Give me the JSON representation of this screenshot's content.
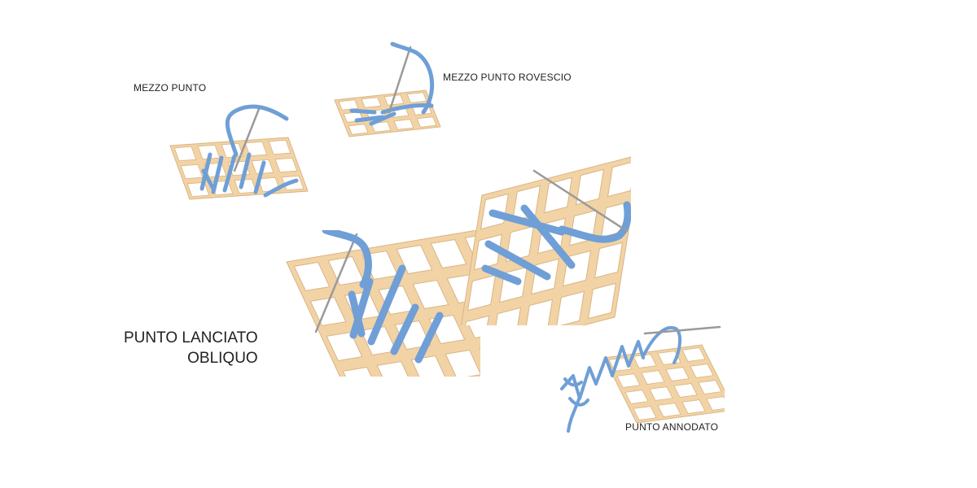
{
  "labels": {
    "mezzo_punto": "MEZZO PUNTO",
    "mezzo_punto_rovescio": "MEZZO PUNTO ROVESCIO",
    "punto_lanciato_obliquo_line1": "PUNTO LANCIATO",
    "punto_lanciato_obliquo_line2": "OBLIQUO",
    "punto_annodato": "PUNTO ANNODATO"
  },
  "colors": {
    "canvas": "#f2d3a6",
    "canvas_edge": "#d9b482",
    "thread": "#6f9fd6",
    "thread_dark": "#3f72b0",
    "needle": "#9a9a9a"
  }
}
